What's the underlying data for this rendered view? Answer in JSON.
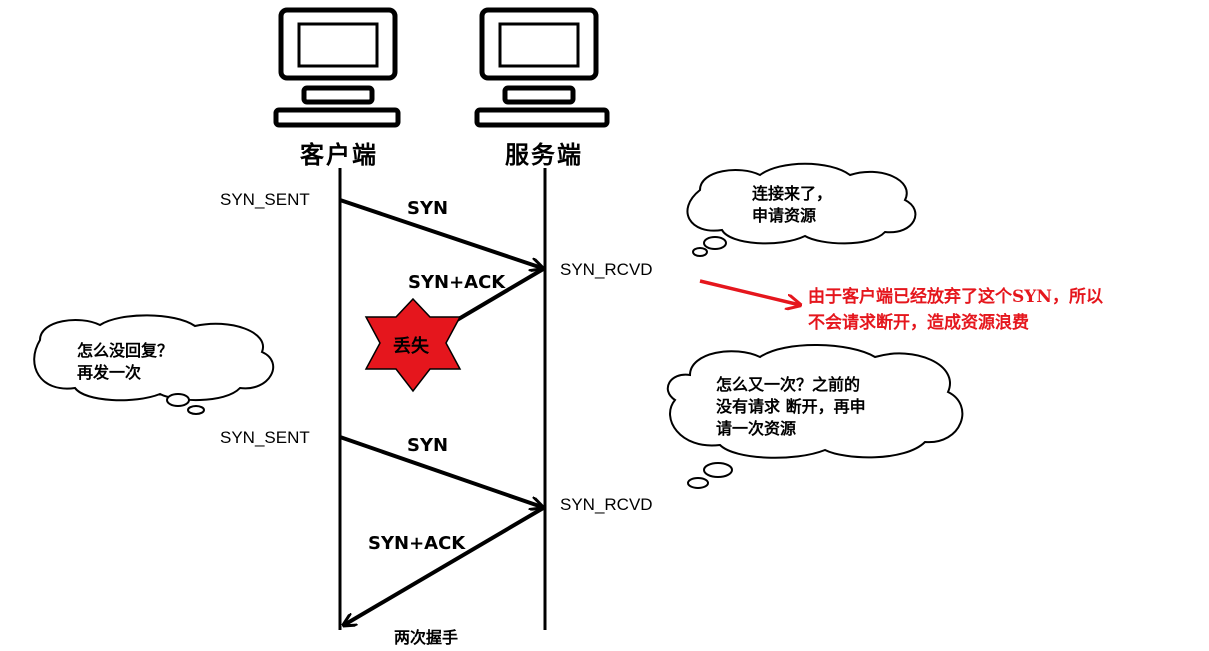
{
  "hosts": {
    "client_label": "客户端",
    "server_label": "服务端"
  },
  "states": {
    "client_first": "SYN_SENT",
    "client_second": "SYN_SENT",
    "server_first": "SYN_RCVD",
    "server_second": "SYN_RCVD"
  },
  "messages": {
    "syn_1": "SYN",
    "synack_1": "SYN+ACK",
    "syn_2": "SYN",
    "synack_2": "SYN+ACK"
  },
  "lost_label": "丢失",
  "bottom_caption": "两次握手",
  "clouds": {
    "server_top": [
      "连接来了，",
      "申请资源"
    ],
    "client_mid": [
      "怎么没回复？",
      "再发一次"
    ],
    "server_mid": [
      "怎么又一次？之前的",
      "没有请求 断开，再申",
      "请一次资源"
    ]
  },
  "annotation": {
    "lines": [
      "由于客户端已经放弃了这个SYN，所以",
      "不会请求断开，造成资源浪费"
    ],
    "color": "#e5161d"
  },
  "colors": {
    "line": "#000000",
    "burst_fill": "#e5161d",
    "arrow_red": "#e5161d"
  },
  "icons": [
    "computer-icon",
    "computer-icon"
  ]
}
